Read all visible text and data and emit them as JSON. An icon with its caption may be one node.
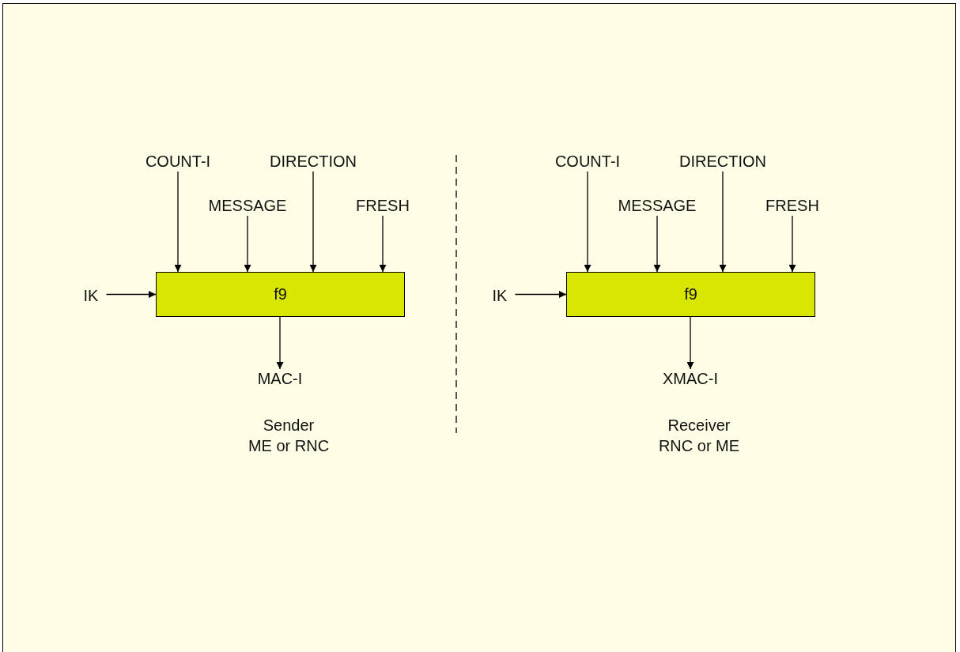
{
  "diagram": {
    "nodes": [
      {
        "text": [
          "COUNT-I"
        ]
      },
      {
        "text": [
          "DIRECTION"
        ]
      },
      {
        "text": [
          "MESSAGE"
        ]
      },
      {
        "text": [
          "FRESH"
        ]
      },
      {
        "text": [
          "IK"
        ]
      },
      {
        "text": [
          "f9"
        ]
      },
      {
        "text": [
          "MAC-I"
        ]
      },
      {
        "text": [
          "COUNT-I"
        ]
      },
      {
        "text": [
          "DIRECTION"
        ]
      },
      {
        "text": [
          "MESSAGE"
        ]
      },
      {
        "text": [
          "FRESH"
        ]
      },
      {
        "text": [
          "IK"
        ]
      },
      {
        "text": [
          "f9"
        ]
      },
      {
        "text": [
          "XMAC-I"
        ]
      }
    ],
    "edges": [
      {
        "from": 0,
        "to": 5,
        "arrow": "to"
      },
      {
        "from": 2,
        "to": 5,
        "arrow": "to"
      },
      {
        "from": 1,
        "to": 5,
        "arrow": "to"
      },
      {
        "from": 3,
        "to": 5,
        "arrow": "to"
      },
      {
        "from": 4,
        "to": 5,
        "arrow": "to"
      },
      {
        "from": 5,
        "to": 6,
        "arrow": "to"
      },
      {
        "from": 7,
        "to": 12,
        "arrow": "to"
      },
      {
        "from": 9,
        "to": 12,
        "arrow": "to"
      },
      {
        "from": 8,
        "to": 12,
        "arrow": "to"
      },
      {
        "from": 10,
        "to": 12,
        "arrow": "to"
      },
      {
        "from": 11,
        "to": 12,
        "arrow": "to"
      },
      {
        "from": 12,
        "to": 13,
        "arrow": "to"
      }
    ],
    "labels": [
      "Sender",
      "ME or RNC",
      "Receiver",
      "RNC or ME"
    ]
  }
}
